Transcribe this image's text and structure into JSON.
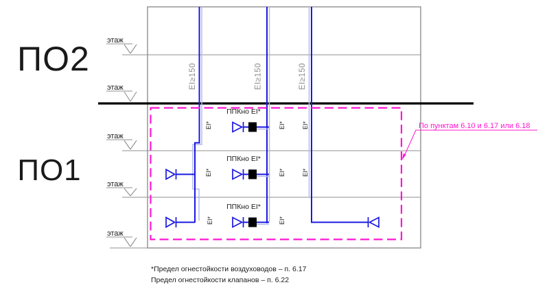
{
  "labels": {
    "fire_compartment_upper": "ПО2",
    "fire_compartment_lower": "ПО1",
    "floor": "этаж",
    "duct_fire_rating": "EI≥150",
    "damper_tag": "ППКно EI*",
    "duct_rating_note": "EI*"
  },
  "annotation": {
    "leader_text": "По пунктам 6.10 и 6.17 или 6.18"
  },
  "footnotes": {
    "line1": "*Предел огнестойкости воздуховодов – п. 6.17",
    "line2": "Предел огнестойкости клапанов – п. 6.22"
  },
  "colors": {
    "duct_blue": "#1a18e0",
    "duct_blue_light": "#b4b8f0",
    "magenta": "#ff14d2",
    "line_gray": "#8f8f8f",
    "rating_text_gray": "#8c8c8c",
    "text_dark": "#1a1a1a",
    "damper_black": "#000000"
  }
}
